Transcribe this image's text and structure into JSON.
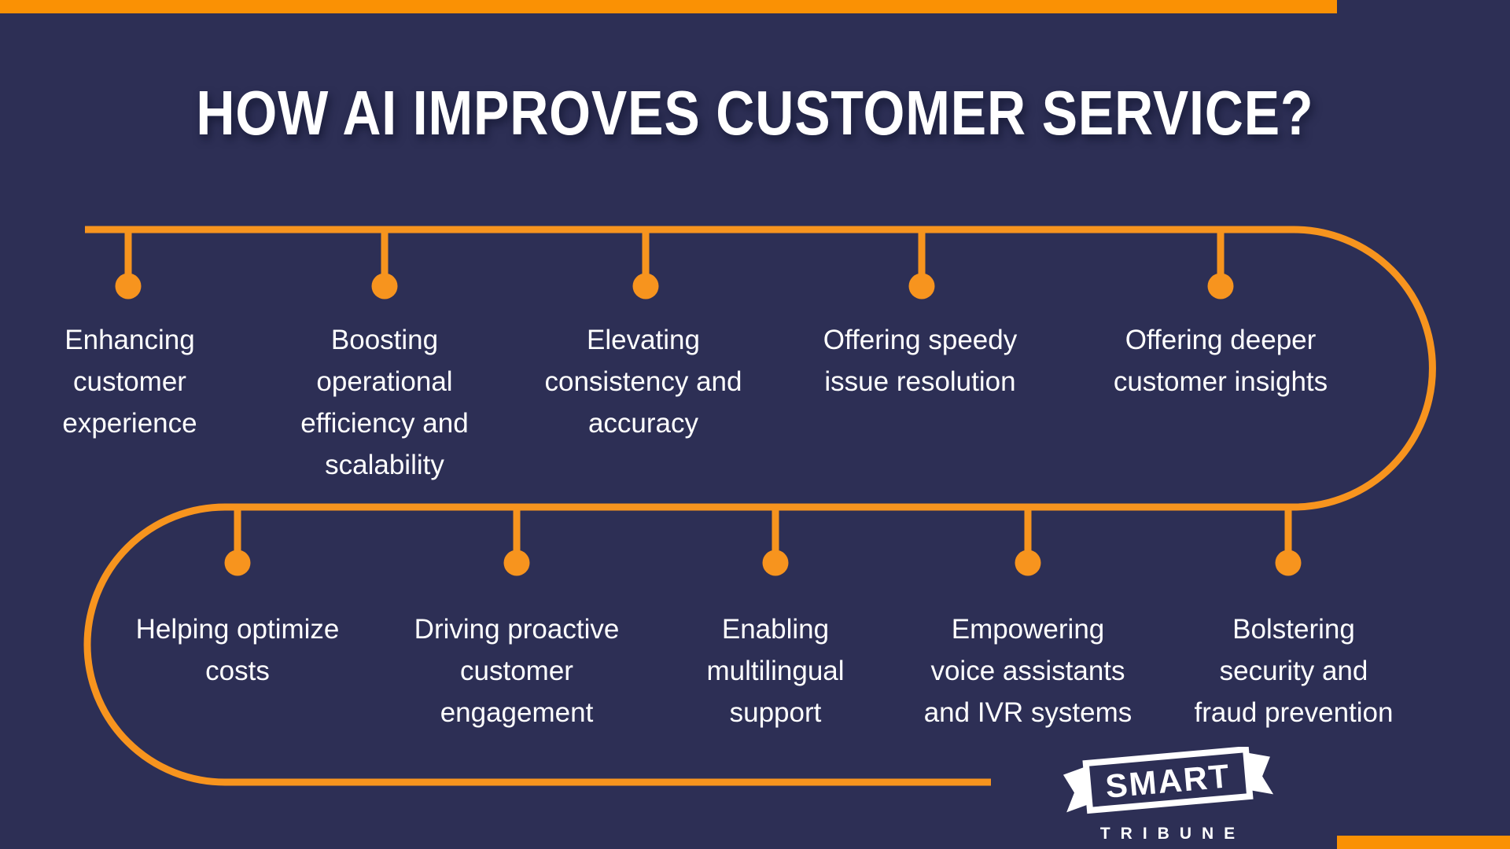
{
  "title": "HOW AI IMPROVES CUSTOMER SERVICE?",
  "colors": {
    "background": "#2D2F55",
    "connector_orange": "#F7941E",
    "accent_bar_orange": "#FA9104",
    "text_white": "#FFFFFF"
  },
  "timeline": {
    "rows": [
      {
        "items": [
          {
            "label": "Enhancing\ncustomer\nexperience"
          },
          {
            "label": "Boosting\noperational\nefficiency and\nscalability"
          },
          {
            "label": "Elevating\nconsistency and\naccuracy"
          },
          {
            "label": "Offering speedy\nissue resolution"
          },
          {
            "label": "Offering deeper\ncustomer insights"
          }
        ]
      },
      {
        "items": [
          {
            "label": "Helping optimize\ncosts"
          },
          {
            "label": "Driving proactive\ncustomer\nengagement"
          },
          {
            "label": "Enabling\nmultilingual\nsupport"
          },
          {
            "label": "Empowering\nvoice assistants\nand IVR systems"
          },
          {
            "label": "Bolstering\nsecurity and\nfraud prevention"
          }
        ]
      }
    ]
  },
  "logo": {
    "brand": "SMART",
    "sub": "TRIBUNE"
  }
}
